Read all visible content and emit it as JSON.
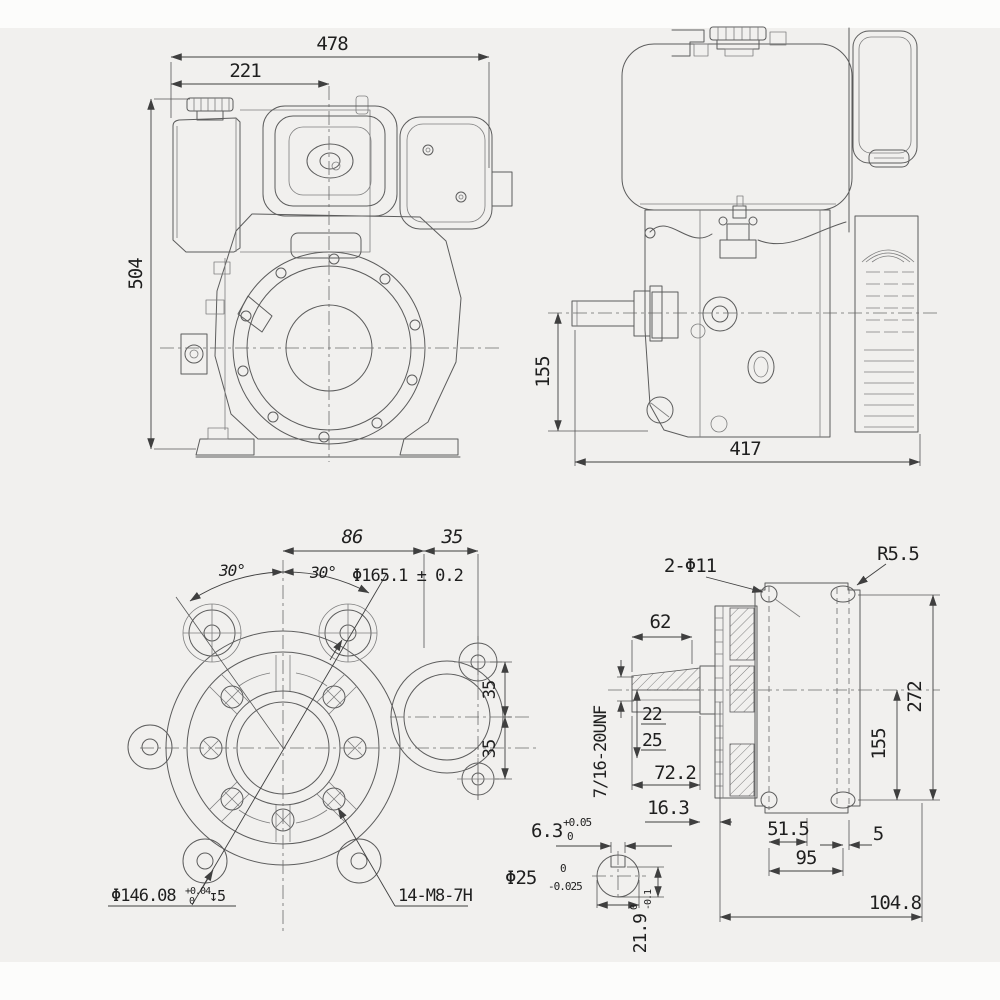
{
  "colors": {
    "paper": "#f1f0ee",
    "band": "#fcfcfb",
    "ink": "#1f1f1f",
    "line": "#5c5c5c"
  },
  "views": {
    "front": {
      "dim478": "478",
      "dim221": "221",
      "dim504": "504"
    },
    "side": {
      "dim155": "155",
      "dim417": "417"
    },
    "flange": {
      "dim86": "86",
      "dim35_top": "35",
      "angle_left": "30°",
      "angle_right": "30°",
      "bolt_circle": "Φ165.1 ± 0.2",
      "dim35_upper": "35",
      "dim35_lower": "35",
      "spigot_dia": "Φ146.08",
      "spigot_tol_up": "+0.04",
      "spigot_tol_dn": "0",
      "spigot_depth": "↧5",
      "tapped_holes": "14-M8-7H"
    },
    "shaft": {
      "holes": "2-Φ11",
      "fillet": "R5.5",
      "dim62": "62",
      "dim22": "22",
      "dim25": "25",
      "thread": "7/16-20UNF",
      "dim72_2": "72.2",
      "dim16_3": "16.3",
      "key_w": "6.3",
      "key_w_up": "+0.05",
      "key_w_dn": "0",
      "dia25": "Φ25",
      "dia25_up": "0",
      "dia25_dn": "-0.025",
      "key_h": "21.9",
      "key_h_up": "0",
      "key_h_dn": "-0.1",
      "dim51_5": "51.5",
      "dim95": "95",
      "dim5": "5",
      "dim104_8": "104.8",
      "dim155": "155",
      "dim272": "272"
    }
  }
}
